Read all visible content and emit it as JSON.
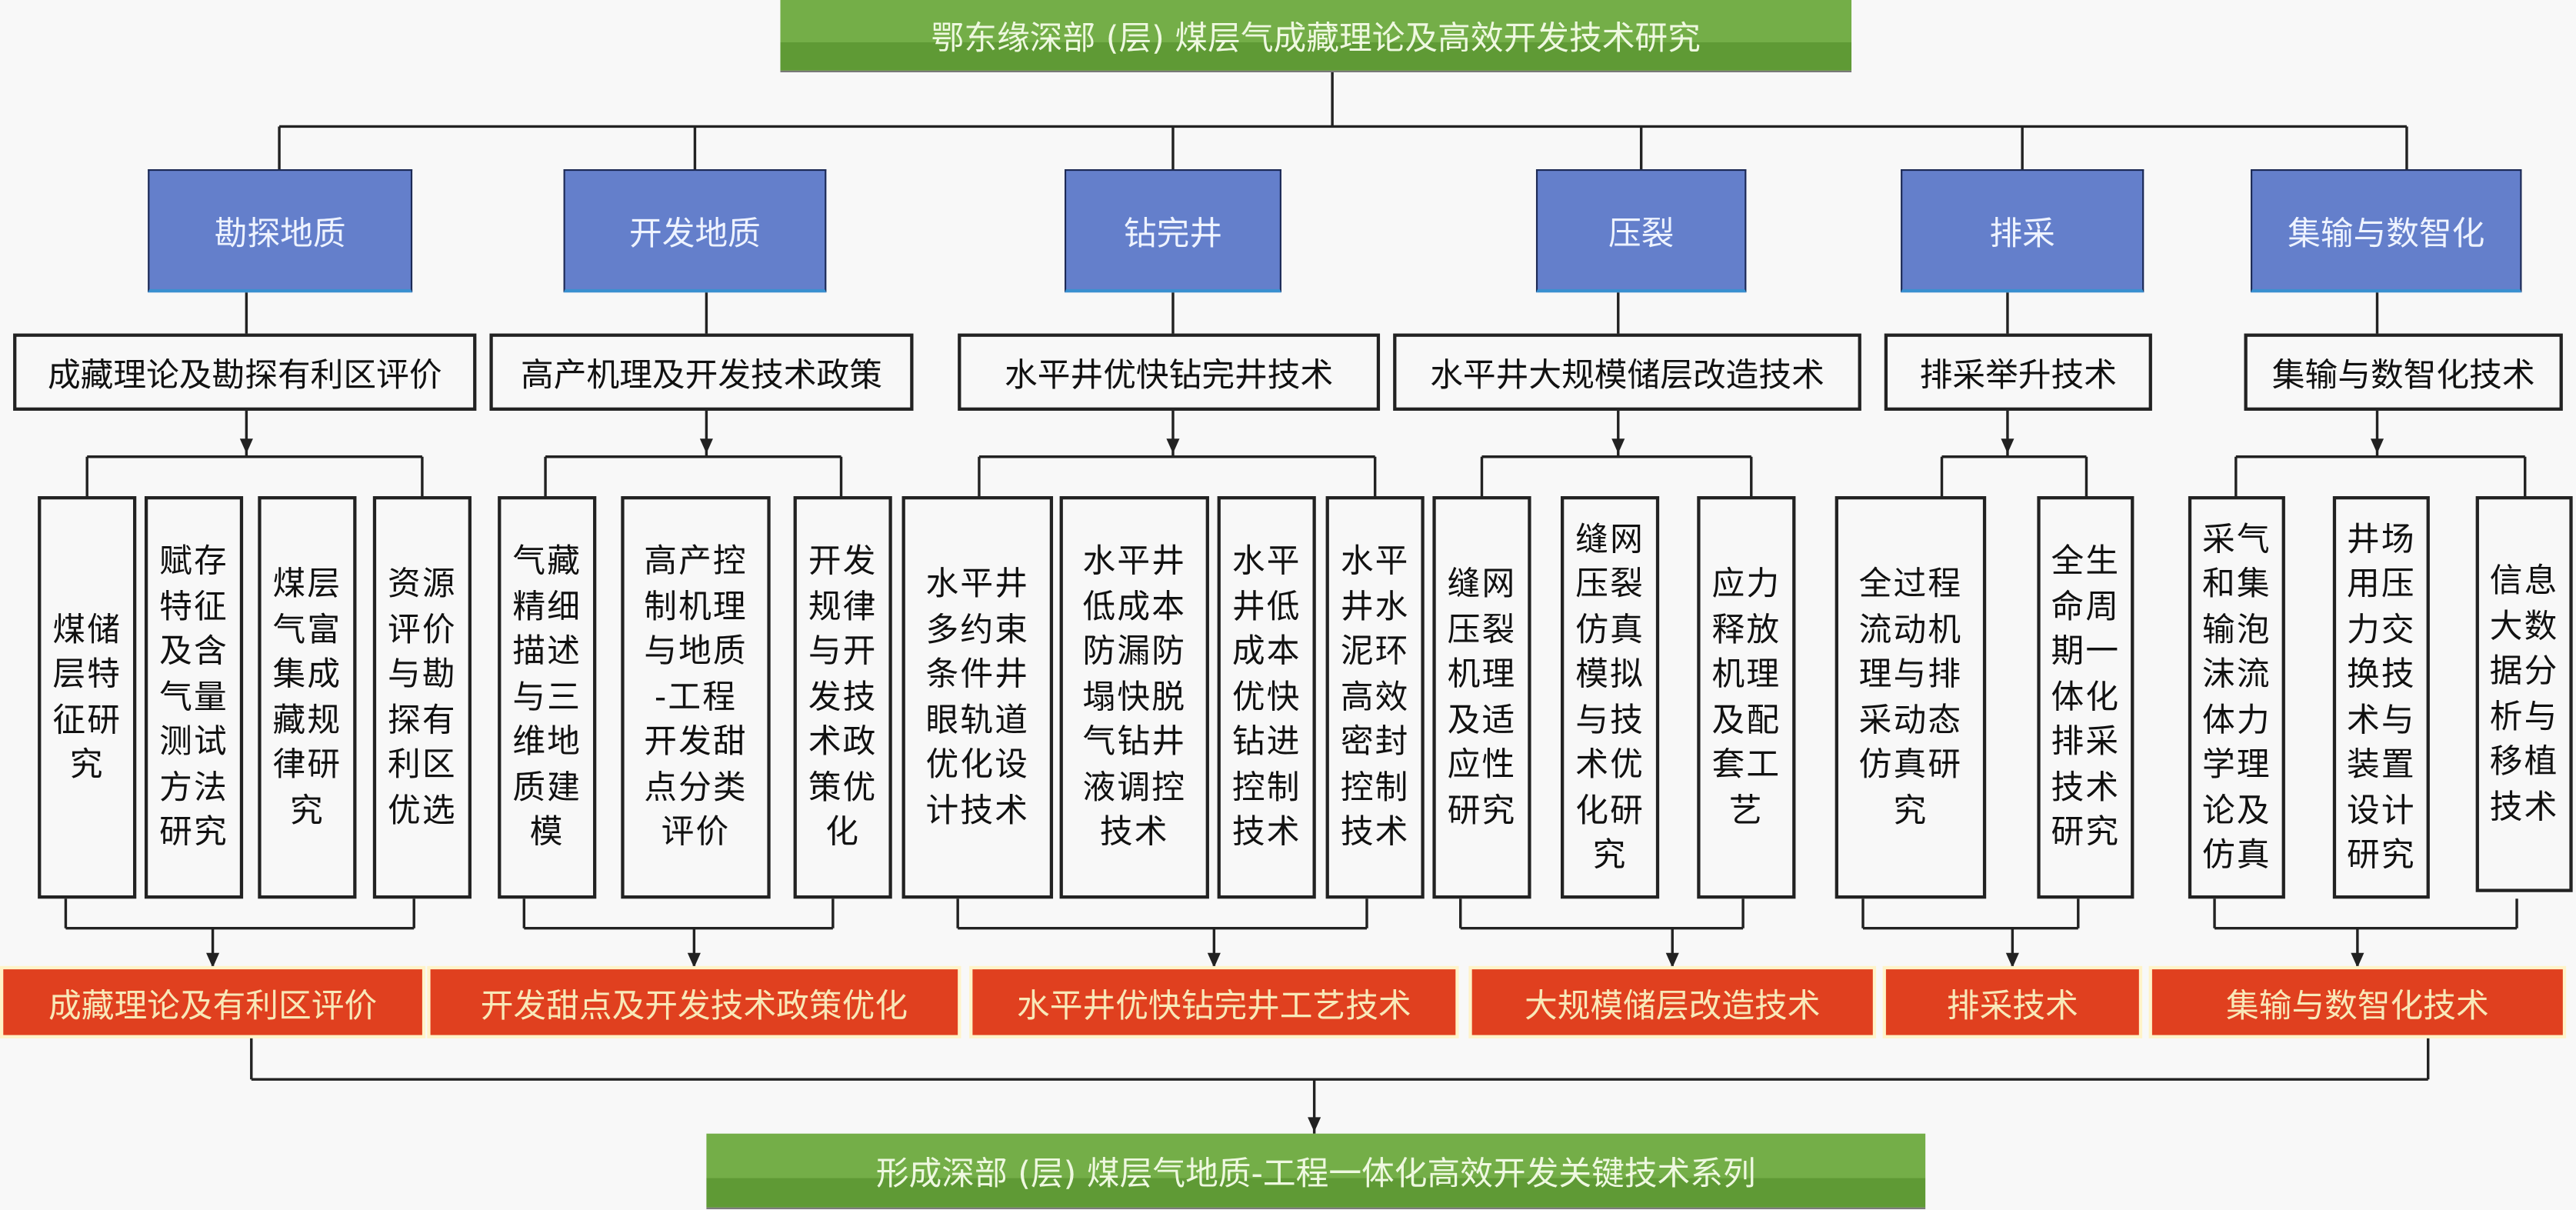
{
  "title": "鄂东缘深部 (层) 煤层气成藏理论及高效开发技术研究",
  "categories": [
    "勘探地质",
    "开发地质",
    "钻完井",
    "压裂",
    "排采",
    "集输与数智化"
  ],
  "technologies": [
    "成藏理论及勘探有利区评价",
    "高产机理及开发技术政策",
    "水平井优快钻完井技术",
    "水平井大规模储层改造技术",
    "排采举升技术",
    "集输与数智化技术"
  ],
  "research_topics": [
    [
      "煤储\n层特\n征研\n究",
      "赋存\n特征\n及含\n气量\n测试\n方法\n研究",
      "煤层\n气富\n集成\n藏规\n律研\n究",
      "资源\n评价\n与勘\n探有\n利区\n优选"
    ],
    [
      "气藏\n精细\n描述\n与三\n维地\n质建\n模",
      "高产控\n制机理\n与地质\n-工程\n开发甜\n点分类\n评价",
      "开发\n规律\n与开\n发技\n术政\n策优\n化"
    ],
    [
      "水平井\n多约束\n条件井\n眼轨道\n优化设\n计技术",
      "水平井\n低成本\n防漏防\n塌快脱\n气钻井\n液调控\n技术",
      "水平\n井低\n成本\n优快\n钻进\n控制\n技术",
      "水平\n井水\n泥环\n高效\n密封\n控制\n技术"
    ],
    [
      "缝网\n压裂\n机理\n及适\n应性\n研究",
      "缝网\n压裂\n仿真\n模拟\n与技\n术优\n化研\n究",
      "应力\n释放\n机理\n及配\n套工\n艺"
    ],
    [
      "全过程\n流动机\n理与排\n采动态\n仿真研\n究",
      "全生\n命周\n期一\n体化\n排采\n技术\n研究"
    ],
    [
      "采气\n和集\n输泡\n沫流\n体力\n学理\n论及\n仿真",
      "井场\n用压\n力交\n换技\n术与\n装置\n设计\n研究",
      "信息\n大数\n据分\n析与\n移植\n技术"
    ]
  ],
  "outcomes": [
    "成藏理论及有利区评价",
    "开发甜点及开发技术政策优化",
    "水平井优快钻完井工艺技术",
    "大规模储层改造技术",
    "排采技术",
    "集输与数智化技术"
  ],
  "conclusion": "形成深部 (层) 煤层气地质-工程一体化高效开发关键技术系列",
  "colors": {
    "top_green": "#74ae48",
    "category_blue": "#647fcb",
    "outcome_red": "#e0401f",
    "background": "#f8f8f8"
  }
}
